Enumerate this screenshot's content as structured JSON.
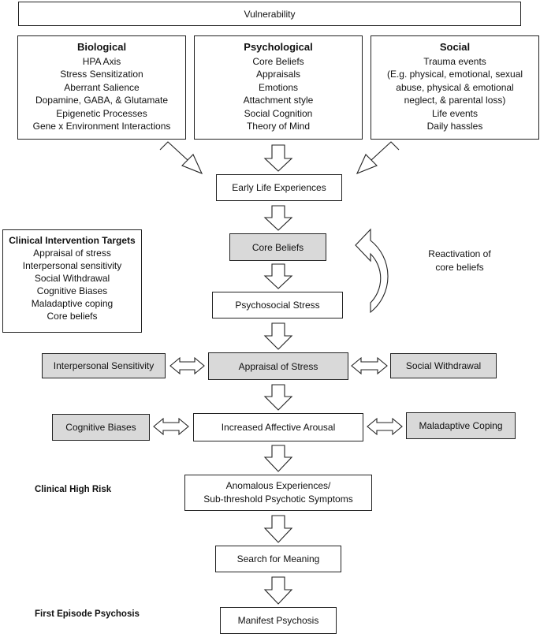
{
  "vulnerability": "Vulnerability",
  "biological": {
    "title": "Biological",
    "items": [
      "HPA Axis",
      "Stress Sensitization",
      "Aberrant Salience",
      "Dopamine, GABA, & Glutamate",
      "Epigenetic Processes",
      "Gene x Environment Interactions"
    ]
  },
  "psychological": {
    "title": "Psychological",
    "items": [
      "Core Beliefs",
      "Appraisals",
      "Emotions",
      "Attachment style",
      "Social Cognition",
      "Theory of Mind"
    ]
  },
  "social": {
    "title": "Social",
    "items": [
      "Trauma events",
      "(E.g. physical, emotional, sexual",
      "abuse, physical & emotional",
      "neglect, & parental loss)",
      "Life events",
      "Daily hassles"
    ]
  },
  "clinical_intervention_targets": {
    "title": "Clinical Intervention Targets",
    "items": [
      "Appraisal of stress",
      "Interpersonal sensitivity",
      "Social Withdrawal",
      "Cognitive Biases",
      "Maladaptive coping",
      "Core beliefs"
    ]
  },
  "flow": {
    "early_life": "Early Life Experiences",
    "core_beliefs": "Core Beliefs",
    "psychosocial_stress": "Psychosocial Stress",
    "appraisal": "Appraisal of Stress",
    "interpersonal": "Interpersonal Sensitivity",
    "social_withdrawal": "Social Withdrawal",
    "affective_arousal": "Increased Affective Arousal",
    "cognitive_biases": "Cognitive Biases",
    "maladaptive_coping": "Maladaptive Coping",
    "anomalous_line1": "Anomalous Experiences/",
    "anomalous_line2": "Sub-threshold Psychotic Symptoms",
    "search_meaning": "Search for Meaning",
    "manifest": "Manifest Psychosis"
  },
  "reactivation": {
    "line1": "Reactivation of",
    "line2": "core beliefs"
  },
  "stages": {
    "chr": "Clinical High Risk",
    "fep": "First Episode Psychosis"
  }
}
